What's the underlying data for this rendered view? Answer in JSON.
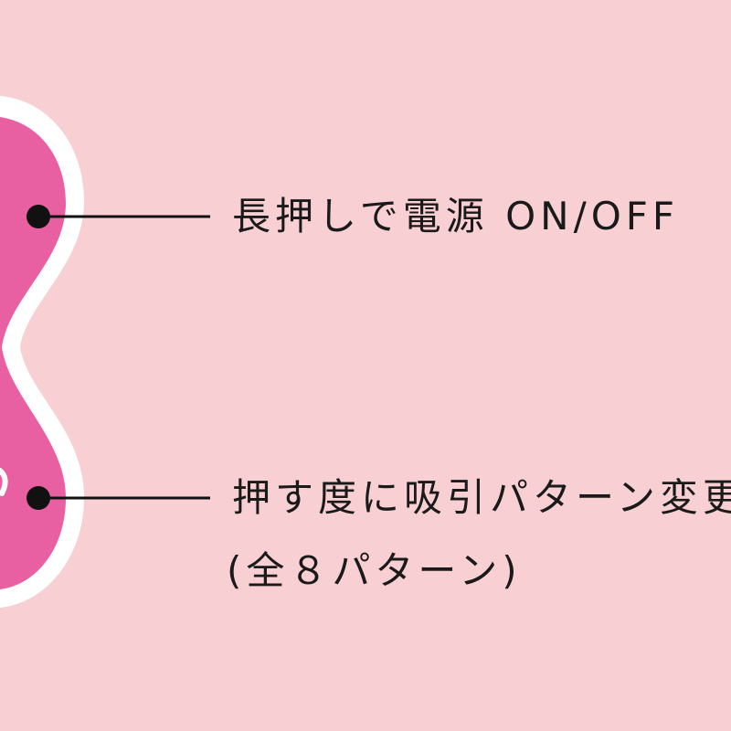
{
  "colors": {
    "background": "#f8d0d3",
    "device_pink": "#e960a2",
    "outline": "#ffffff",
    "callout": "#111111"
  },
  "callouts": [
    {
      "text": "長押しで電源 ON/OFF"
    },
    {
      "text": "押す度に吸引パターン変更",
      "subtext": "(全８パターン)"
    }
  ]
}
